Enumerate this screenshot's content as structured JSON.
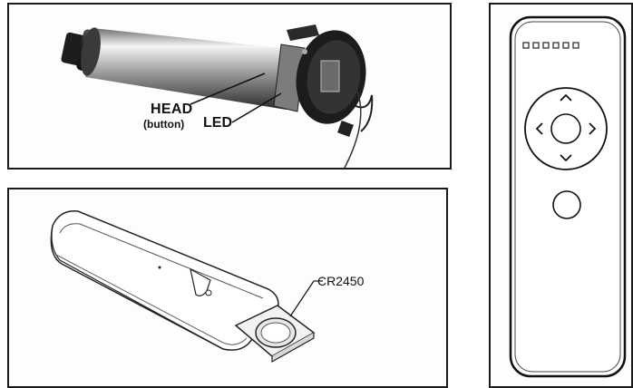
{
  "motor_panel": {
    "head_label": "HEAD",
    "head_sub_label": "(button)",
    "led_label": "LED"
  },
  "battery_panel": {
    "battery_label": "CR2450"
  },
  "remote_panel": {
    "channel_indicator_count": 6,
    "arrows": {
      "up": "^",
      "down": "v",
      "left": "<",
      "right": ">"
    }
  }
}
